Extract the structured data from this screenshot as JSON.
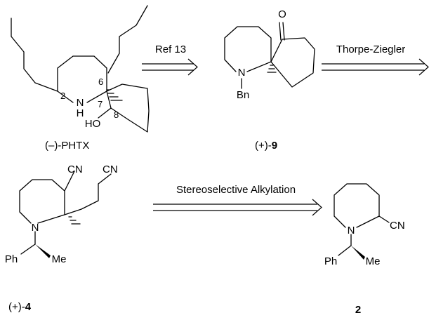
{
  "compounds": {
    "phtx": {
      "caption": "(–)-PHTX",
      "atoms": {
        "nh_n": "N",
        "nh_h": "H",
        "oh": "HO"
      },
      "locants": {
        "c2": "2",
        "c6": "6",
        "c7": "7",
        "c8": "8"
      }
    },
    "c9": {
      "caption_prefix": "(+)-",
      "caption_bold": "9",
      "atoms": {
        "o": "O",
        "n": "N",
        "bn": "Bn"
      }
    },
    "c4": {
      "caption_prefix": "(+)-",
      "caption_bold": "4",
      "atoms": {
        "n": "N",
        "cn1": "CN",
        "cn2": "CN",
        "ph": "Ph",
        "me": "Me"
      }
    },
    "c2": {
      "caption_bold": "2",
      "atoms": {
        "n": "N",
        "cn": "CN",
        "ph": "Ph",
        "me": "Me"
      }
    }
  },
  "arrows": {
    "a1": {
      "label": "Ref 13"
    },
    "a2": {
      "label": "Thorpe-Ziegler"
    },
    "a3": {
      "label": "Stereoselective Alkylation"
    }
  }
}
